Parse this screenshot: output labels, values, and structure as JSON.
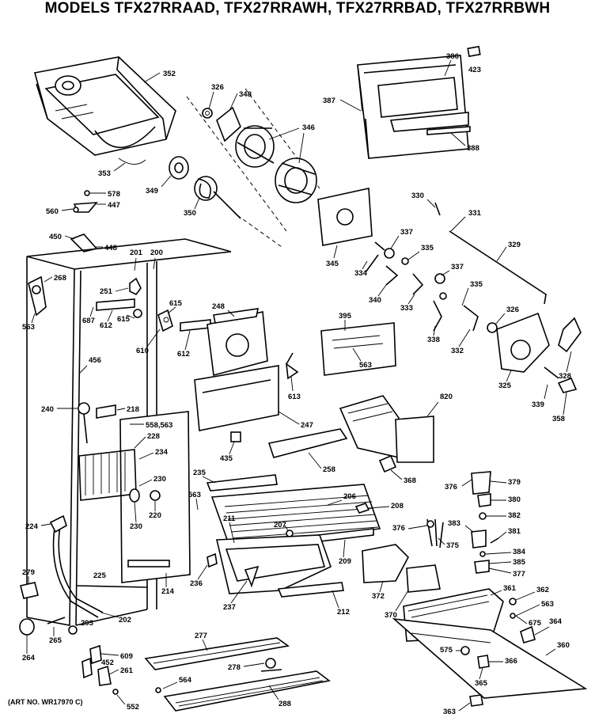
{
  "title": "MODELS TFX27RRAAD, TFX27RRAWH, TFX27RRBAD, TFX27RRBWH",
  "art_number": "(ART NO. WR17970 C)",
  "labels": {
    "p352": "352",
    "p326a": "326",
    "p348": "348",
    "p346": "346",
    "p353": "353",
    "p349": "349",
    "p350": "350",
    "p386": "386",
    "p423": "423",
    "p387": "387",
    "p388": "388",
    "p578": "578",
    "p447": "447",
    "p560": "560",
    "p450": "450",
    "p448": "448",
    "p201": "201",
    "p200": "200",
    "p268": "268",
    "p563a": "563",
    "p251": "251",
    "p687": "687",
    "p612a": "612",
    "p615a": "615",
    "p610": "610",
    "p615b": "615",
    "p612b": "612",
    "p456": "456",
    "p248": "248",
    "p240": "240",
    "p218": "218",
    "p558": "558,563",
    "p228": "228",
    "p234": "234",
    "p230a": "230",
    "p230b": "230",
    "p220": "220",
    "p224": "224",
    "p279": "279",
    "p225": "225",
    "p214": "214",
    "p202": "202",
    "p293": "293",
    "p265": "265",
    "p264": "264",
    "p609": "609",
    "p452": "452",
    "p261": "261",
    "p552": "552",
    "p330": "330",
    "p331": "331",
    "p329": "329",
    "p345": "345",
    "p337a": "337",
    "p335a": "335",
    "p334": "334",
    "p340": "340",
    "p333": "333",
    "p337b": "337",
    "p335b": "335",
    "p326b": "326",
    "p338": "338",
    "p332": "332",
    "p395": "395",
    "p563b": "563",
    "p613": "613",
    "p325": "325",
    "p328": "328",
    "p339": "339",
    "p358": "358",
    "p247": "247",
    "p820": "820",
    "p435": "435",
    "p258": "258",
    "p368": "368",
    "p235": "235",
    "p206": "206",
    "p563c": "563",
    "p208": "208",
    "p211": "211",
    "p207": "207",
    "p209": "209",
    "p376a": "376",
    "p379": "379",
    "p380": "380",
    "p382": "382",
    "p383": "383",
    "p381": "381",
    "p376b": "376",
    "p375": "375",
    "p384": "384",
    "p385": "385",
    "p377": "377",
    "p372": "372",
    "p370": "370",
    "p361": "361",
    "p362": "362",
    "p563d": "563",
    "p675": "675",
    "p364": "364",
    "p360": "360",
    "p575": "575",
    "p366": "366",
    "p365": "365",
    "p363": "363",
    "p236": "236",
    "p237": "237",
    "p212": "212",
    "p277": "277",
    "p278": "278",
    "p564": "564",
    "p288": "288"
  }
}
